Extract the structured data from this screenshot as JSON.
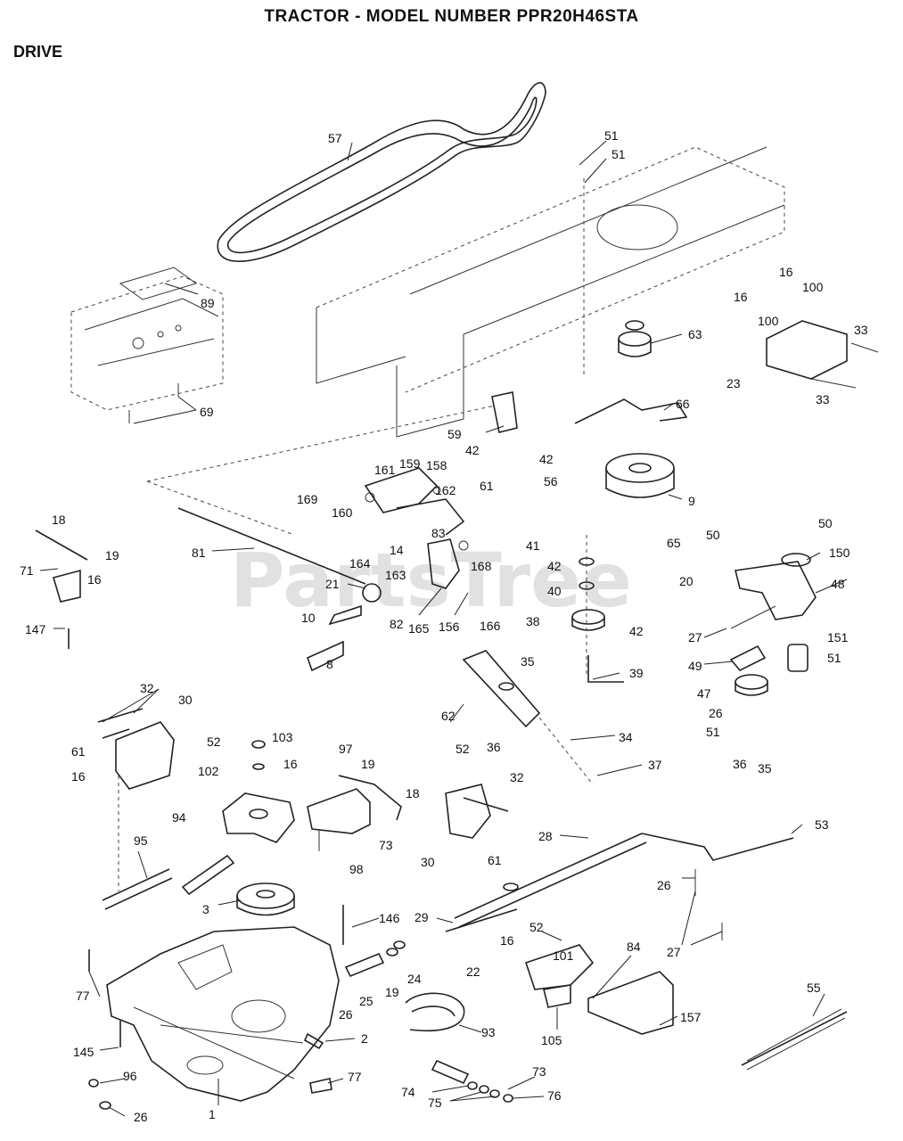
{
  "title": "TRACTOR - MODEL NUMBER PPR20H46STA",
  "section": "DRIVE",
  "watermark": "PartsTree",
  "callouts": [
    "57",
    "51",
    "51",
    "89",
    "69",
    "16",
    "16",
    "100",
    "100",
    "33",
    "23",
    "33",
    "63",
    "66",
    "59",
    "42",
    "42",
    "56",
    "61",
    "9",
    "161",
    "159",
    "158",
    "162",
    "169",
    "160",
    "18",
    "19",
    "71",
    "16",
    "147",
    "81",
    "83",
    "14",
    "164",
    "163",
    "21",
    "168",
    "10",
    "82",
    "165",
    "156",
    "166",
    "8",
    "41",
    "65",
    "42",
    "40",
    "38",
    "20",
    "42",
    "50",
    "50",
    "150",
    "48",
    "27",
    "49",
    "151",
    "51",
    "47",
    "26",
    "51",
    "39",
    "62",
    "35",
    "36",
    "34",
    "37",
    "32",
    "30",
    "52",
    "61",
    "16",
    "103",
    "102",
    "97",
    "16",
    "19",
    "18",
    "94",
    "73",
    "98",
    "52",
    "32",
    "30",
    "61",
    "36",
    "35",
    "53",
    "28",
    "95",
    "3",
    "146",
    "29",
    "26",
    "22",
    "27",
    "16",
    "52",
    "101",
    "84",
    "77",
    "19",
    "24",
    "25",
    "26",
    "145",
    "2",
    "93",
    "157",
    "105",
    "55",
    "96",
    "77",
    "73",
    "74",
    "75",
    "76",
    "1",
    "26"
  ]
}
